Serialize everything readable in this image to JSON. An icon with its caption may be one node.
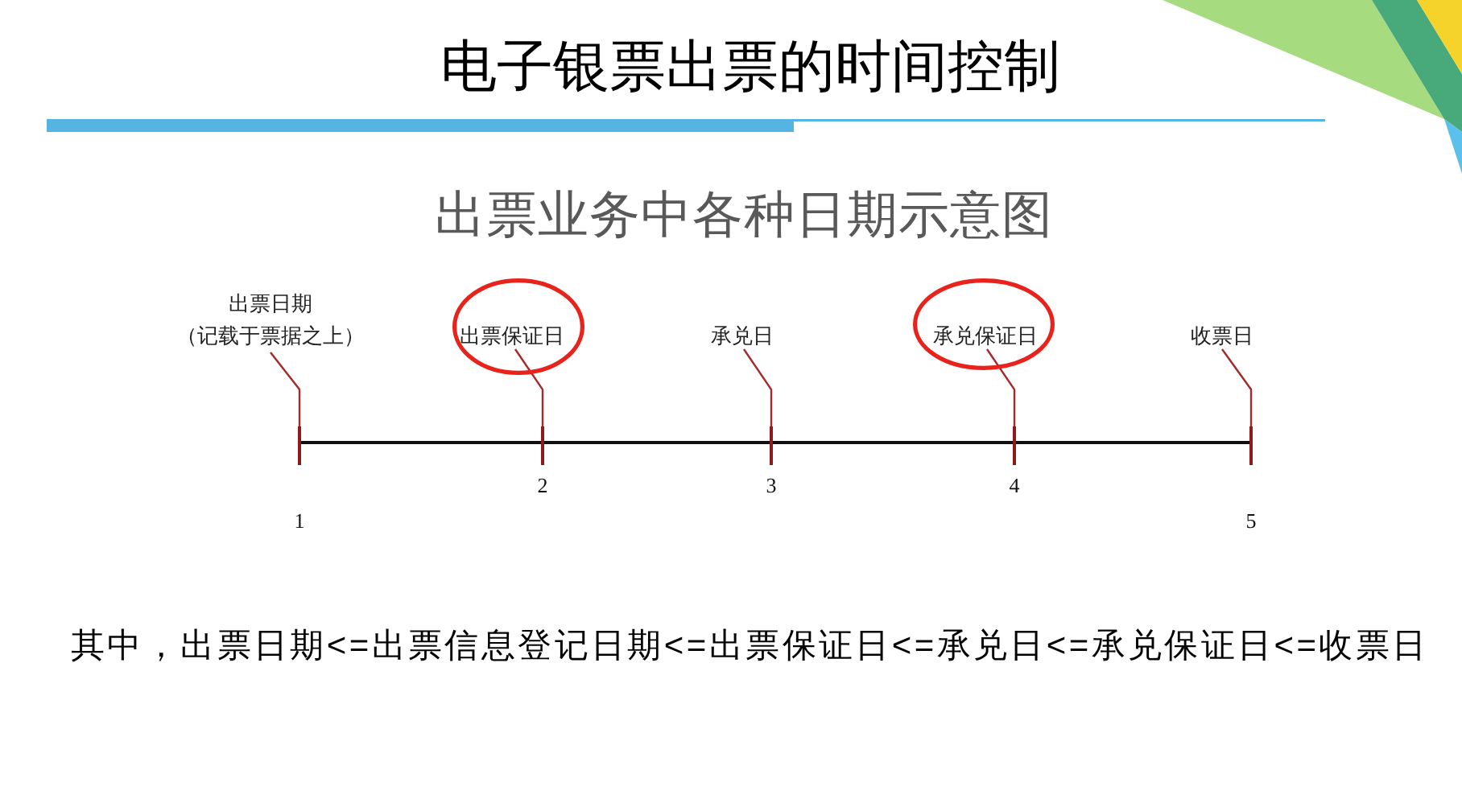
{
  "diagram": {
    "title": "电子银票出票的时间控制",
    "nodes": [
      {
        "text": [
          "出票日期",
          "（记载于票据之上）"
        ]
      },
      {
        "text": [],
        "shape": "circle"
      },
      {
        "text": [
          "出票保证日"
        ],
        "in": 1
      },
      {
        "text": [
          "承兑日"
        ]
      },
      {
        "text": [],
        "shape": "circle"
      },
      {
        "text": [
          "承兑保证日"
        ],
        "in": 4
      },
      {
        "text": [
          "收票日"
        ]
      },
      {
        "text": [],
        "shape": "bar",
        "beside": [
          "1"
        ]
      },
      {
        "text": [],
        "shape": "bar",
        "beside": [
          "2"
        ]
      },
      {
        "text": [],
        "shape": "bar",
        "beside": [
          "3"
        ]
      },
      {
        "text": [],
        "shape": "bar",
        "beside": [
          "4"
        ]
      },
      {
        "text": [],
        "shape": "bar",
        "beside": [
          "5"
        ]
      }
    ],
    "edges": [
      {
        "from": 0,
        "to": 7,
        "arrow": "none"
      },
      {
        "from": 2,
        "to": 8,
        "arrow": "none"
      },
      {
        "from": 3,
        "to": 9,
        "arrow": "none"
      },
      {
        "from": 5,
        "to": 10,
        "arrow": "none"
      },
      {
        "from": 6,
        "to": 11,
        "arrow": "none"
      }
    ],
    "labels": [
      "出票业务中各种日期示意图",
      "其中，出票日期<=出票信息登记日期<=出票保证日<=承兑日<=承兑保证日<=收票日"
    ]
  }
}
